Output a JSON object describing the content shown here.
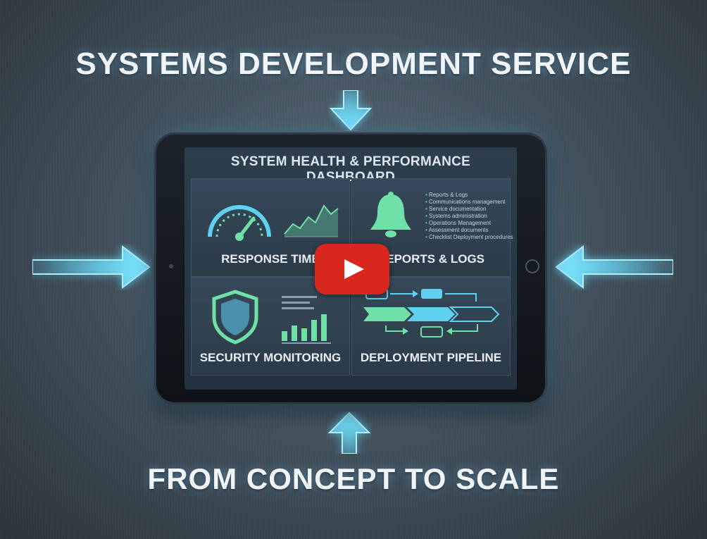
{
  "headline_top": "SYSTEMS DEVELOPMENT SERVICE",
  "headline_bottom": "FROM CONCEPT TO SCALE",
  "dashboard": {
    "title": "SYSTEM HEALTH & PERFORMANCE DASHBOARD",
    "panels": {
      "response_time": "RESPONSE TIME",
      "reports_logs": "REPORTS & LOGS",
      "security_monitoring": "SECURITY MONITORING",
      "deployment_pipeline": "DEPLOYMENT PIPELINE"
    },
    "reports_list": [
      "Reports & Logs",
      "Communications management",
      "Service documentation",
      "Systems administration",
      "Operations Management",
      "Assessment documents",
      "Checklist Deployment procedures"
    ]
  },
  "icons": [
    "gauge-icon",
    "line-chart-icon",
    "bell-icon",
    "shield-icon",
    "bar-chart-icon",
    "flow-diagram-icon",
    "play-icon"
  ],
  "colors": {
    "accent_cyan": "#5fd0f0",
    "accent_green": "#6ee0a8",
    "play_red": "#d8281e"
  }
}
